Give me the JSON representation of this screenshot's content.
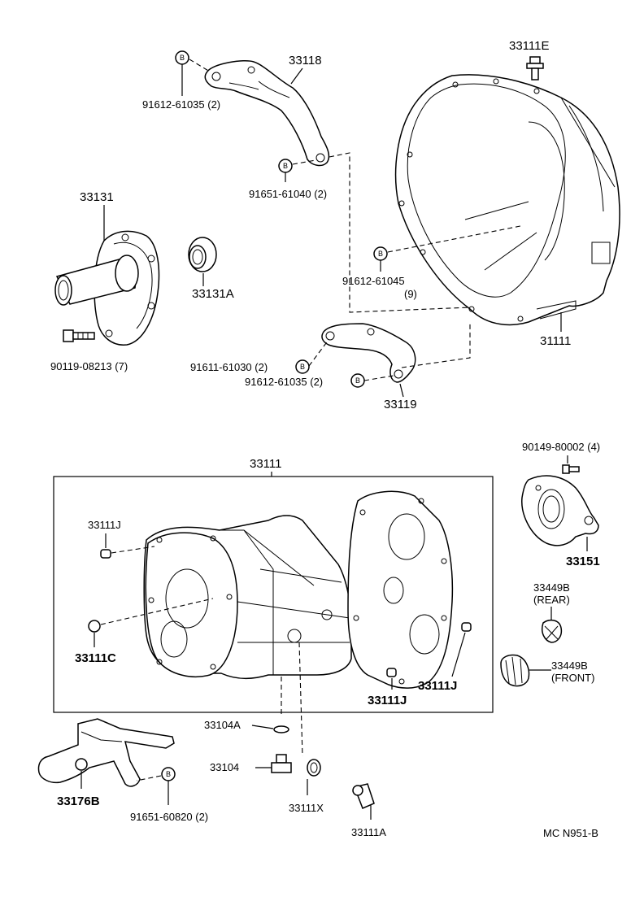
{
  "labels": {
    "p33111E": "33111E",
    "p33118": "33118",
    "b91612_61035_top": "91612-61035 (2)",
    "b91651_61040": "91651-61040 (2)",
    "p33131": "33131",
    "p33131A": "33131A",
    "p90119_08213": "90119-08213 (7)",
    "b91612_61045": "91612-61045",
    "b91612_61045_qty": "(9)",
    "p31111": "31111",
    "b91611_61030": "91611-61030 (2)",
    "b91612_61035_low": "91612-61035 (2)",
    "p33119": "33119",
    "p33111_box": "33111",
    "p90149_80002": "90149-80002 (4)",
    "p33111J_a": "33111J",
    "p33151": "33151",
    "p33449B_rear": "33449B",
    "rear_note": "(REAR)",
    "p33111C": "33111C",
    "p33449B_front": "33449B",
    "front_note": "(FRONT)",
    "p33111J_b": "33111J",
    "p33111J_c": "33111J",
    "p33104A": "33104A",
    "p33104": "33104",
    "p33111X": "33111X",
    "p33176B": "33176B",
    "b91651_60820": "91651-60820 (2)",
    "p33111A": "33111A",
    "catalog_code": "MC  N951-B",
    "bolt_mark": "B"
  }
}
